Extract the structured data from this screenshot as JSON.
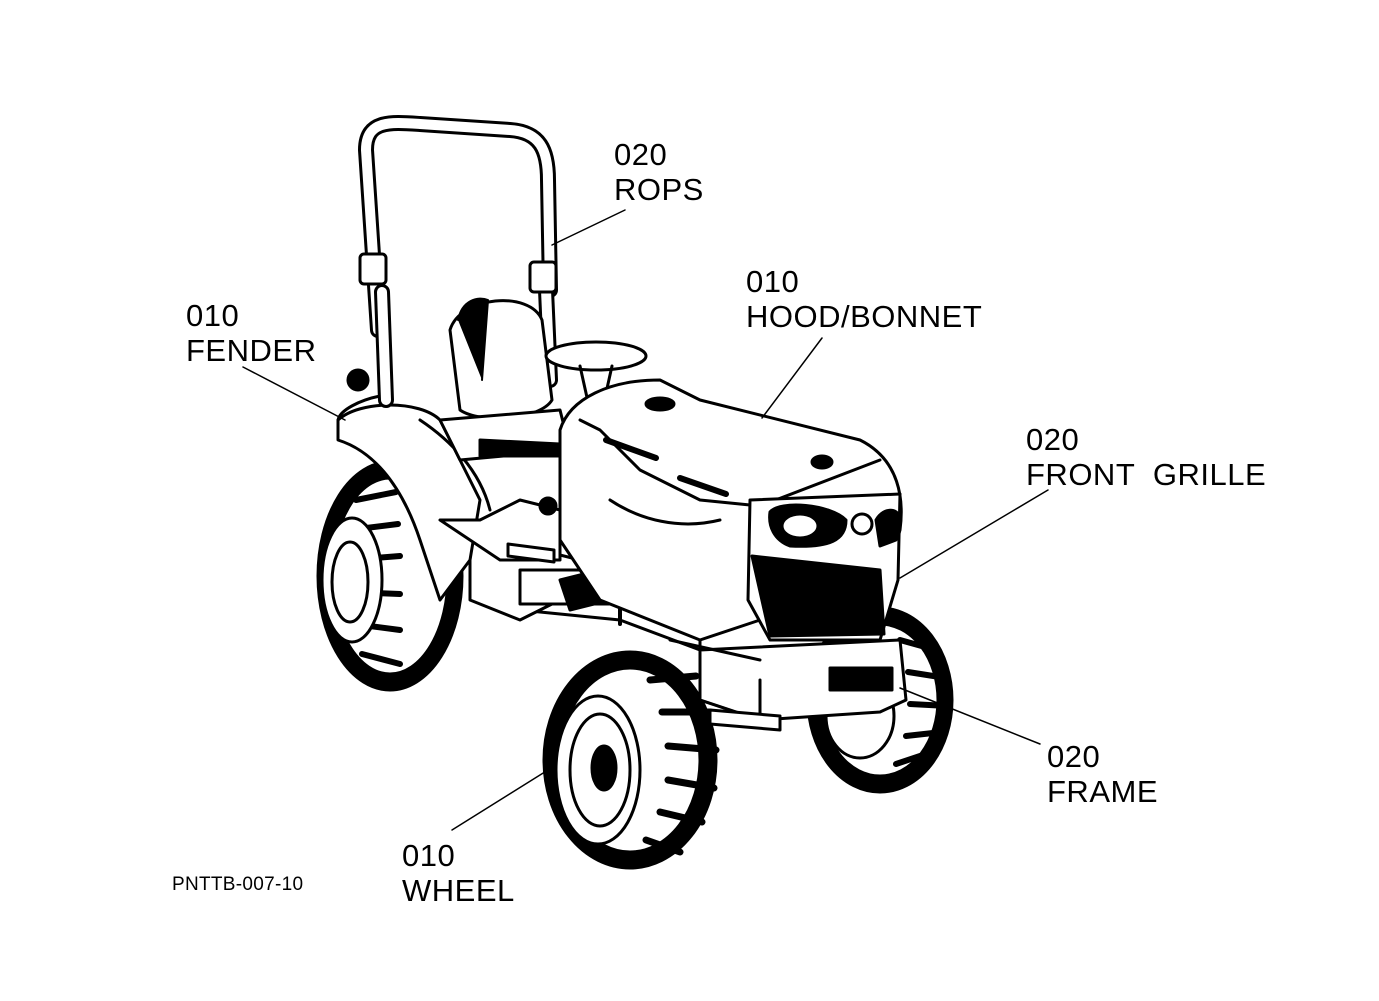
{
  "diagram_id": "PNTTB-007-10",
  "callouts": {
    "rops": {
      "code": "020",
      "name": "ROPS"
    },
    "fender": {
      "code": "010",
      "name": "FENDER"
    },
    "hood": {
      "code": "010",
      "name": "HOOD/BONNET"
    },
    "grille": {
      "code": "020",
      "name": "FRONT  GRILLE"
    },
    "frame": {
      "code": "020",
      "name": "FRAME"
    },
    "wheel": {
      "code": "010",
      "name": "WHEEL"
    }
  }
}
